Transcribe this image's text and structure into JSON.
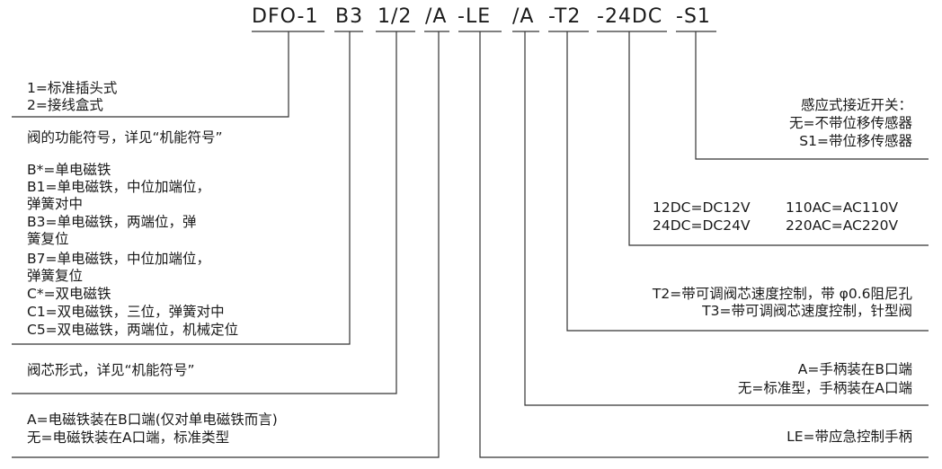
{
  "code": {
    "base": "DFO-1",
    "coil": "B3",
    "size": "1/2",
    "mount": "/A",
    "lever": "-LE",
    "handle": "/A",
    "throttle": "-T2",
    "voltage": "-24DC",
    "sensor": "-S1"
  },
  "left": {
    "size": [
      "1=标准插头式",
      "2=接线盒式"
    ],
    "function_ref": "阀的功能符号，详见“机能符号”",
    "coil": [
      "B*=单电磁铁",
      "B1=单电磁铁，中位加端位，",
      "弹簧对中",
      "B3=单电磁铁，两端位，弹",
      "簧复位",
      "B7=单电磁铁，中位加端位，",
      "弹簧复位",
      "C*=双电磁铁",
      "C1=双电磁铁，三位，弹簧对中",
      "C5=双电磁铁，两端位，机械定位"
    ],
    "spool": "阀芯形式，详见“机能符号”",
    "mount": [
      "A=电磁铁装在B口端(仅对单电磁铁而言)",
      "无=电磁铁装在A口端，标准类型"
    ]
  },
  "right": {
    "sensor": [
      "感应式接近开关：",
      "无=不带位移传感器",
      "S1=带位移传感器"
    ],
    "voltage": {
      "col1": [
        "12DC=DC12V",
        "24DC=DC24V"
      ],
      "col2": [
        "110AC=AC110V",
        "220AC=AC220V"
      ]
    },
    "throttle": [
      "T2=带可调阀芯速度控制，带 φ0.6阻尼孔",
      "T3=带可调阀芯速度控制，针型阀"
    ],
    "handle": [
      "A=手柄装在B口端",
      "无=标准型，手柄装在A口端"
    ],
    "lever": "LE=带应急控制手柄"
  }
}
